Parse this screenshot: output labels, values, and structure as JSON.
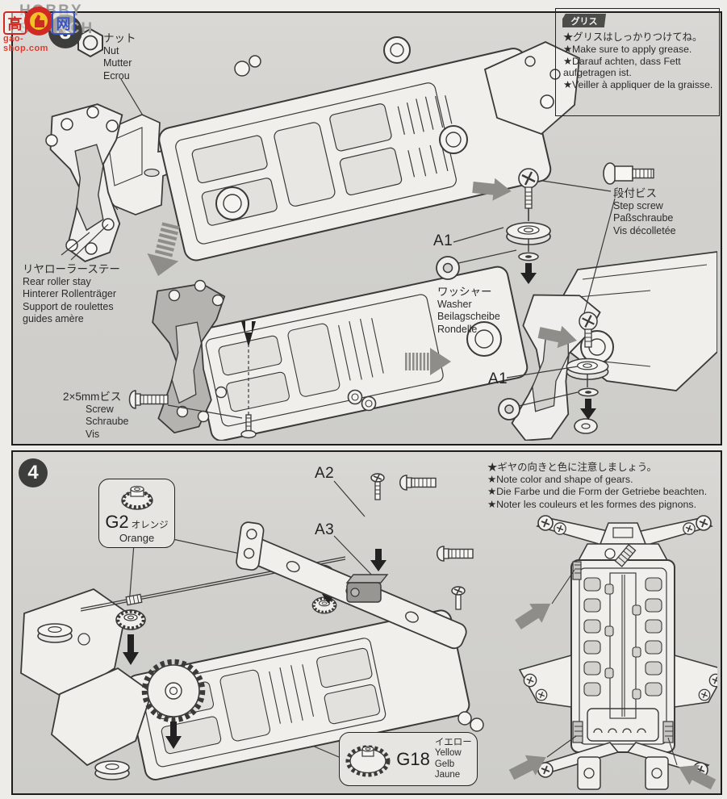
{
  "watermark": {
    "site_name": "HOBBY SEARCH",
    "logo_char_left": "高",
    "logo_char_right": "网",
    "domain": "gao-shop.com"
  },
  "step3": {
    "badge": "3",
    "grease_box": {
      "tag": "グリス",
      "note_ja": "★グリスはしっかりつけてね。",
      "note_en": "★Make sure to apply grease.",
      "note_de1": "★Darauf achten, dass Fett",
      "note_de2": "aufgetragen ist.",
      "note_fr": "★Veiller à appliquer de la graisse."
    },
    "nut_label": {
      "ja": "ナット",
      "en": "Nut",
      "de": "Mutter",
      "fr": "Ecrou"
    },
    "rear_stay_label": {
      "ja": "リヤローラーステー",
      "en": "Rear roller stay",
      "de": "Hinterer Rollenträger",
      "fr1": "Support de roulettes",
      "fr2": "guides amère"
    },
    "screw_label": {
      "ja": "2×5mmビス",
      "en": "Screw",
      "de": "Schraube",
      "fr": "Vis"
    },
    "step_screw_label": {
      "ja": "段付ビス",
      "en": "Step screw",
      "de": "Paßschraube",
      "fr": "Vis décolletée"
    },
    "washer_label": {
      "ja": "ワッシャー",
      "en": "Washer",
      "de": "Beilagscheibe",
      "fr": "Rondelle"
    },
    "part_ref_upper": "A1",
    "part_ref_lower": "A1"
  },
  "step4": {
    "badge": "4",
    "notes": {
      "ja": "★ギヤの向きと色に注意しましょう。",
      "en": "★Note color and shape of gears.",
      "de": "★Die Farbe und die Form der Getriebe beachten.",
      "fr": "★Noter les couleurs et les formes des pignons."
    },
    "g2_box": {
      "code": "G2",
      "color_ja": "オレンジ",
      "color_en": "Orange"
    },
    "g18_box": {
      "code": "G18",
      "color_ja": "イエロー",
      "color_en": "Yellow",
      "color_de": "Gelb",
      "color_fr": "Jaune"
    },
    "part_ref_a2": "A2",
    "part_ref_a3": "A3"
  },
  "colors": {
    "panel_bg": "#d2d1cd",
    "line": "#3a3a38",
    "part_fill": "#f0efec",
    "dark_part": "#b4b3b0",
    "arrow_gray": "#8e8d8a",
    "badge_bg": "#3d3d3b",
    "watermark_red": "#cf2a24",
    "watermark_blue": "#3a55c0"
  }
}
